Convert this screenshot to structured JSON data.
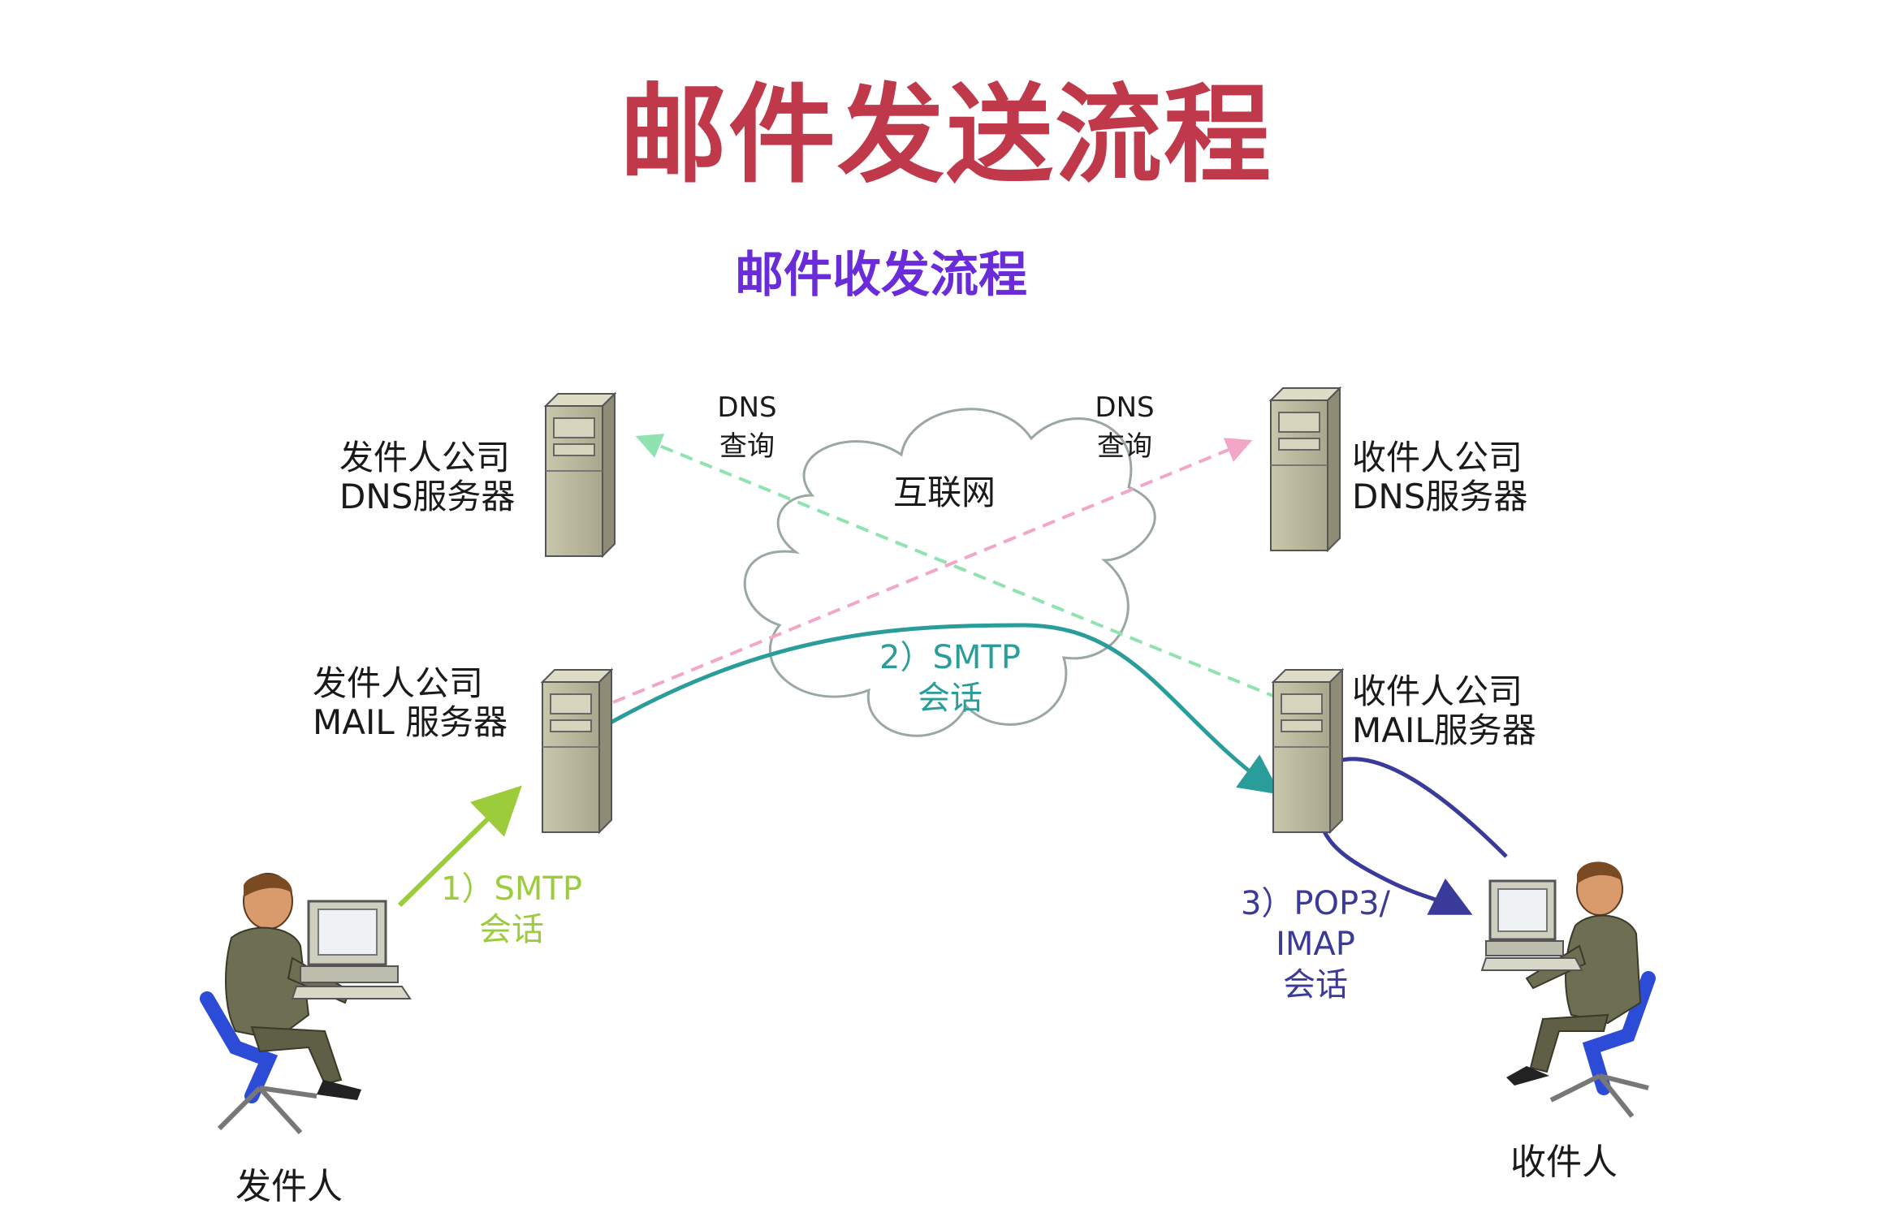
{
  "title": "邮件发送流程",
  "subtitle": "邮件收发流程",
  "colors": {
    "title": "#c0394a",
    "subtitle": "#6a2bd8",
    "smtp1": "#9ccc3c",
    "smtp2": "#2a9d9b",
    "pop3": "#3a3a9a",
    "dns_left": "#8fe3b0",
    "dns_right": "#f2a6c8",
    "server_body": "#bdbb9e",
    "cloud_stroke": "#9aa8a0"
  },
  "nodes": {
    "sender_dns": "发件人公司\nDNS服务器",
    "sender_mail": "发件人公司\nMAIL 服务器",
    "receiver_dns": "收件人公司\nDNS服务器",
    "receiver_mail": "收件人公司\nMAIL服务器",
    "internet": "互联网",
    "sender": "发件人",
    "receiver": "收件人"
  },
  "labels": {
    "dns_query_left": "DNS\n查询",
    "dns_query_right": "DNS\n查询",
    "smtp1": "1）SMTP\n会话",
    "smtp2": "2）SMTP\n会话",
    "pop3": "3）POP3/\nIMAP\n会话"
  },
  "icons": {
    "server": "server-tower-icon",
    "person": "person-at-computer-icon",
    "cloud": "cloud-icon"
  }
}
